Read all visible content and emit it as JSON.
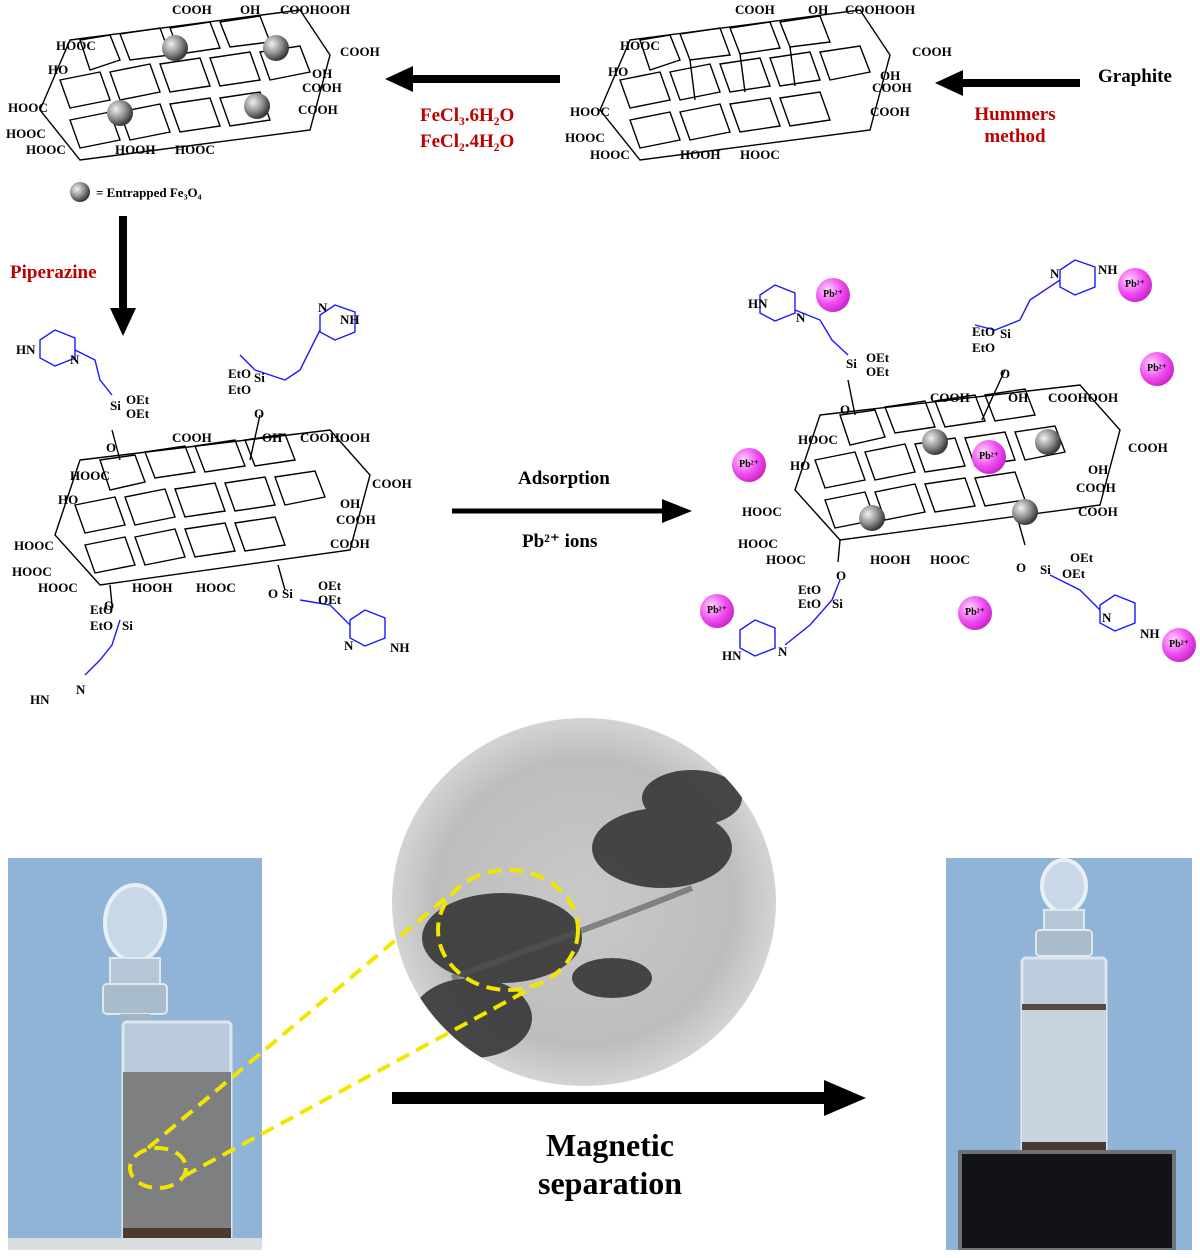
{
  "scheme": {
    "graphite": "Graphite",
    "hummers_line1": "Hummers",
    "hummers_line2": "method",
    "fecl3": "FeCl₃.6H₂O",
    "fecl2": "FeCl₂.4H₂O",
    "legend_text": "= Entrapped Fe₃O₄",
    "piperazine": "Piperazine",
    "adsorption": "Adsorption",
    "pb_ions": "Pb²⁺ ions",
    "pb_label": "Pb²⁺",
    "magnetic_line1": "Magnetic",
    "magnetic_line2": "separation"
  },
  "molecule_labels": {
    "cooh": "COOH",
    "hooc": "HOOC",
    "oh": "OH",
    "ho": "HO",
    "o": "O",
    "hooh": "HOOH",
    "cooh_top": "COOHOOH"
  },
  "silane_labels": {
    "hn": "HN",
    "nh": "NH",
    "n": "N",
    "si": "Si",
    "oet": "OEt",
    "eto": "EtO",
    "o": "O"
  },
  "colors": {
    "reagent_red": "#c00000",
    "silane_blue": "#1a1aff",
    "pb_magenta": "#f04ef0",
    "arrow": "#000000",
    "ellipse_yellow": "#f2e600",
    "photo_bg": "#8fb4d8"
  },
  "icons": {
    "fe3o4": "gray-sphere",
    "pb_ion": "magenta-sphere"
  }
}
